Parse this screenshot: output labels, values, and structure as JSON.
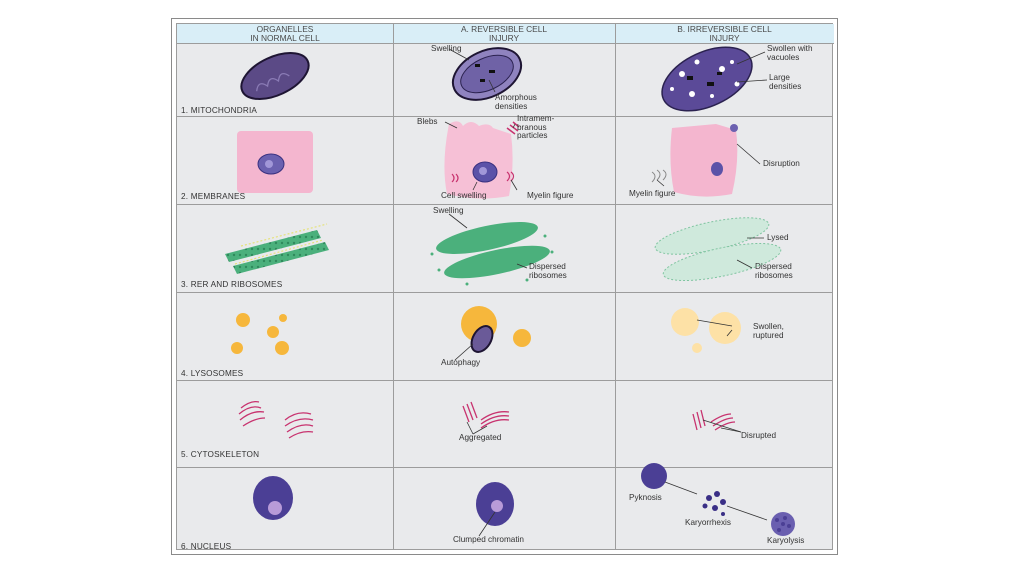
{
  "headers": [
    "ORGANELLES\nIN NORMAL CELL",
    "A. REVERSIBLE CELL\nINJURY",
    "B. IRREVERSIBLE CELL\nINJURY"
  ],
  "rows": [
    {
      "label": "1. MITOCHONDRIA"
    },
    {
      "label": "2. MEMBRANES"
    },
    {
      "label": "3. RER AND RIBOSOMES"
    },
    {
      "label": "4. LYSOSOMES"
    },
    {
      "label": "5. CYTOSKELETON"
    },
    {
      "label": "6. NUCLEUS"
    }
  ],
  "annotations": {
    "swelling": "Swelling",
    "amorphous_densities": "Amorphous\ndensities",
    "swollen_with_vacuoles": "Swollen with\nvacuoles",
    "large_densities": "Large\ndensities",
    "blebs": "Blebs",
    "intramembranous_particles": "Intramem-\nbranous\nparticles",
    "cell_swelling": "Cell swelling",
    "myelin_figure_reversible": "Myelin figure",
    "disruption": "Disruption",
    "myelin_figure_irreversible": "Myelin figure",
    "swelling_rer": "Swelling",
    "dispersed_ribosomes_reversible": "Dispersed\nribosomes",
    "lysed": "Lysed",
    "dispersed_ribosomes_irreversible": "Dispersed\nribosomes",
    "autophagy": "Autophagy",
    "swollen_ruptured": "Swollen,\nruptured",
    "aggregated": "Aggregated",
    "disrupted": "Disrupted",
    "clumped_chromatin": "Clumped chromatin",
    "pyknosis": "Pyknosis",
    "karyorrhexis": "Karyorrhexis",
    "karyolysis": "Karyolysis"
  },
  "colors": {
    "header_bg": "#d9eef7",
    "panel_bg": "#e9eaec",
    "mitochondria": "#5b4a86",
    "membrane_pink": "#f4b6cf",
    "rer_green": "#4bb07c",
    "lysosome_orange": "#f6b73c",
    "cytoskeleton_magenta": "#c8336f",
    "nucleus_purple": "#4b3f95"
  }
}
